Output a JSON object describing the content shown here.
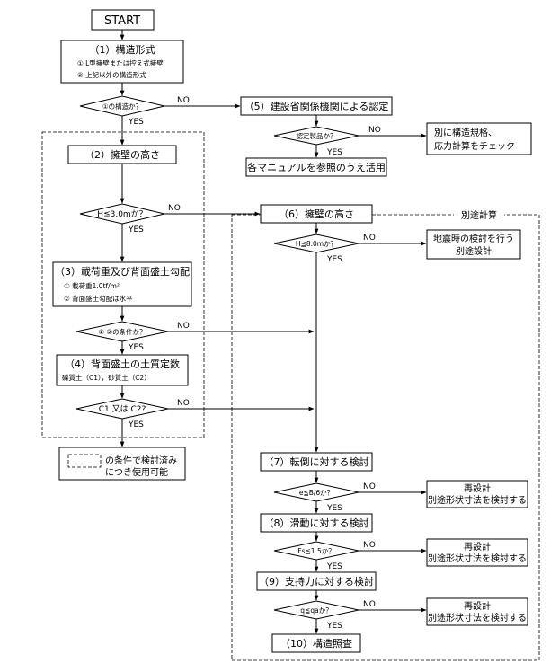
{
  "start": "START",
  "n1": {
    "title": "（1）構造形式",
    "opt1": "① L型擁壁または控え式擁壁",
    "opt2": "② 上記以外の構造形式"
  },
  "d1": "①の構造か？",
  "n5": "（5）建設省関係機関による認定",
  "d5": "認定製品か？",
  "r5": [
    "別に構造規格、",
    "応力計算をチェック"
  ],
  "manual": "各マニュアルを参照のうえ活用",
  "n2": "（2）擁壁の高さ",
  "d2": "H≦3.0mか？",
  "n3": {
    "title": "（3）載荷重及び背面盛土勾配",
    "opt1": "① 載荷重1.0tf/m²",
    "opt2": "② 背面盛土勾配は水平"
  },
  "d3": "① ②の条件か？",
  "n4": {
    "title": "（4）背面盛土の土質定数",
    "sub": "礫質土（C1），砂質土（C2）"
  },
  "d4": "C1 又は C2?",
  "legend": [
    "の条件で検討済み",
    "につき使用可能"
  ],
  "region_label": "別途計算",
  "n6": "（6）擁壁の高さ",
  "d6": "H≦8.0mか？",
  "r6": [
    "地震時の検討を行う",
    "別途設計"
  ],
  "n7": "（7）転倒に対する検討",
  "d7": "e≦B/6か？",
  "n8": "（8）滑動に対する検討",
  "d8": "Fs≦1.5か？",
  "n9": "（9）支持力に対する検討",
  "d9": "q≦qaか？",
  "n10": "（10）構造照査",
  "redesign": [
    "再設計",
    "別途形状寸法を検討する"
  ],
  "yes": "YES",
  "no": "NO"
}
